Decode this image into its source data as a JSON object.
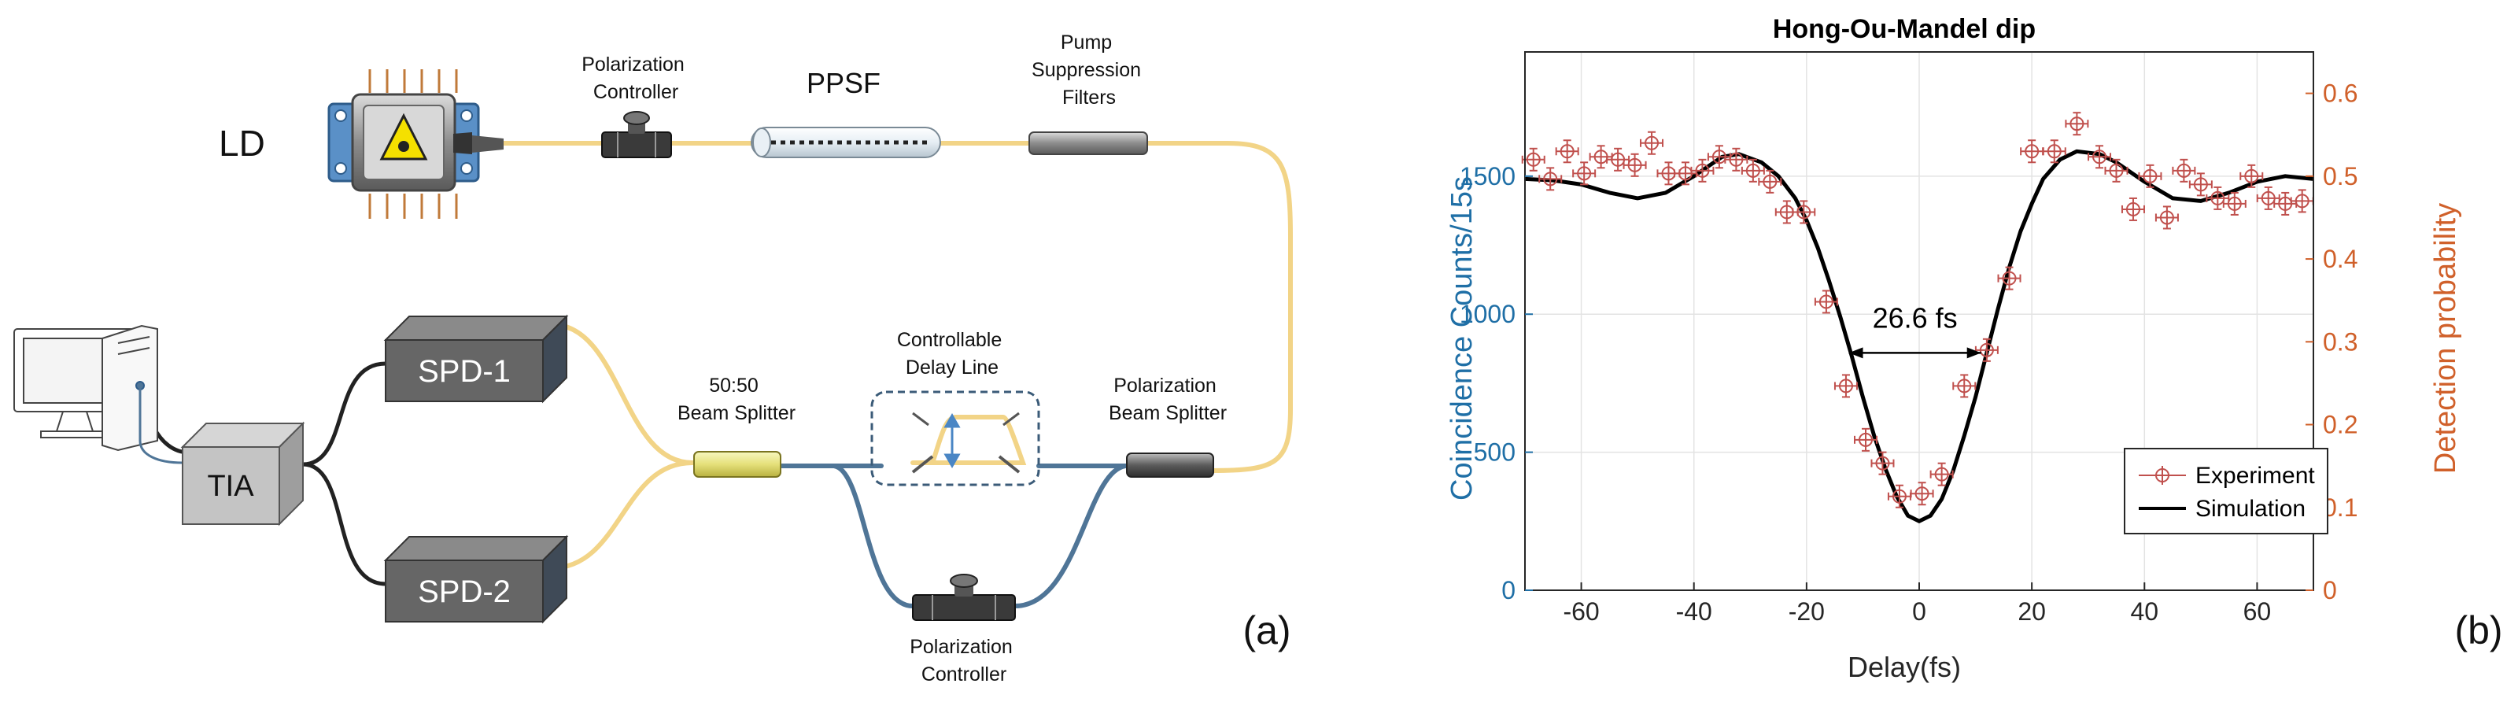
{
  "setup": {
    "ld_label": "LD",
    "pc_top_label": [
      "Polarization",
      "Controller"
    ],
    "ppsf_label": "PPSF",
    "pump_filter_label": [
      "Pump",
      "Suppression",
      "Filters"
    ],
    "spd1_label": "SPD-1",
    "spd2_label": "SPD-2",
    "tia_label": "TIA",
    "bs_label": [
      "50:50",
      "Beam Splitter"
    ],
    "delay_label": [
      "Controllable",
      "Delay Line"
    ],
    "pbs_label": [
      "Polarization",
      "Beam Splitter"
    ],
    "pc_bottom_label": [
      "Polarization",
      "Controller"
    ],
    "panel_label": "(a)",
    "colors": {
      "yellow_fiber": "#f2d487",
      "blue_fiber": "#4f7597",
      "box_dark": "#6b6b6b",
      "box_light": "#c8c8c8"
    }
  },
  "chart_data": {
    "type": "scatter",
    "panel_label": "(b)",
    "title": "Hong-Ou-Mandel dip",
    "xlabel": "Delay(fs)",
    "ylabel_left": "Coincidence Counts/15s",
    "ylabel_right": "Detection probability",
    "xlim": [
      -70,
      70
    ],
    "ylim_left": [
      0,
      1950
    ],
    "ylim_right": [
      0,
      0.65
    ],
    "xticks": [
      -60,
      -40,
      -20,
      0,
      20,
      40,
      60
    ],
    "yticks_left": [
      0,
      500,
      1000,
      1500
    ],
    "yticks_right": [
      0,
      0.1,
      0.2,
      0.3,
      0.4,
      0.5,
      0.6
    ],
    "grid": true,
    "legend_position": "bottom-right",
    "annotation": "26.6 fs",
    "annotation_span": [
      -12.5,
      11
    ],
    "colors": {
      "left_axis": "#1f6fa6",
      "right_axis": "#d0602a",
      "experiment": "#c0504d",
      "simulation": "#000000"
    },
    "series": [
      {
        "name": "Experiment",
        "style": "markers",
        "x": [
          -68.5,
          -65.5,
          -62.5,
          -59.5,
          -56.5,
          -53.5,
          -50.5,
          -47.5,
          -44.5,
          -41.5,
          -38.5,
          -35.5,
          -32.5,
          -29.5,
          -26.5,
          -23.5,
          -20.5,
          -16.5,
          -13,
          -9.5,
          -6.5,
          -3.5,
          0.5,
          4,
          8,
          12,
          16,
          20,
          24,
          28,
          32,
          35,
          38,
          41,
          44,
          47,
          50,
          53,
          56,
          59,
          62,
          65,
          68
        ],
        "y": [
          1560,
          1490,
          1590,
          1510,
          1570,
          1560,
          1540,
          1620,
          1510,
          1510,
          1520,
          1570,
          1560,
          1520,
          1480,
          1370,
          1370,
          1045,
          740,
          545,
          460,
          340,
          350,
          420,
          740,
          870,
          1130,
          1590,
          1590,
          1690,
          1570,
          1520,
          1380,
          1500,
          1350,
          1520,
          1470,
          1420,
          1400,
          1500,
          1420,
          1400,
          1410
        ]
      },
      {
        "name": "Simulation",
        "style": "line",
        "x": [
          -70,
          -65,
          -60,
          -55,
          -50,
          -45,
          -40,
          -35,
          -32,
          -28,
          -25,
          -22,
          -20,
          -18,
          -16,
          -14,
          -12,
          -10,
          -8,
          -6,
          -4,
          -2,
          0,
          2,
          4,
          6,
          8,
          10,
          12,
          14,
          16,
          18,
          20,
          22,
          25,
          28,
          32,
          35,
          40,
          45,
          50,
          55,
          60,
          65,
          70
        ],
        "y": [
          1490,
          1485,
          1470,
          1440,
          1420,
          1440,
          1500,
          1570,
          1580,
          1550,
          1500,
          1420,
          1340,
          1240,
          1120,
          990,
          850,
          700,
          560,
          440,
          340,
          270,
          250,
          270,
          330,
          430,
          560,
          700,
          860,
          1020,
          1170,
          1300,
          1400,
          1490,
          1560,
          1590,
          1580,
          1550,
          1480,
          1420,
          1410,
          1440,
          1480,
          1500,
          1490
        ]
      }
    ]
  }
}
